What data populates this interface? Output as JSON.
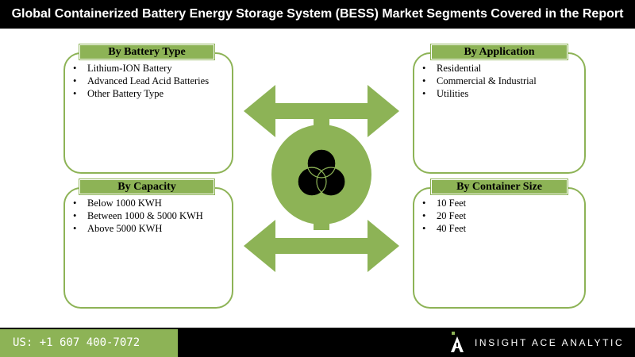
{
  "header": {
    "title": "Global Containerized Battery Energy Storage System (BESS) Market Segments Covered in the Report"
  },
  "segments": {
    "battery_type": {
      "label": "By Battery Type",
      "items": [
        "Lithium-ION Battery",
        "Advanced Lead Acid Batteries",
        "Other Battery Type"
      ]
    },
    "application": {
      "label": "By Application",
      "items": [
        "Residential",
        "Commercial & Industrial",
        "Utilities"
      ]
    },
    "capacity": {
      "label": "By Capacity",
      "items": [
        "Below 1000 KWH",
        "Between 1000 & 5000 KWH",
        "Above 5000 KWH"
      ]
    },
    "container_size": {
      "label": "By Container Size",
      "items": [
        "10 Feet",
        "20 Feet",
        "40 Feet"
      ]
    }
  },
  "center": {
    "icon": "venn-circles-icon"
  },
  "footer": {
    "phone": "US: +1 607 400-7072",
    "brand": "INSIGHT ACE ANALYTIC",
    "logo_icon": "insight-ace-logo-icon"
  },
  "colors": {
    "accent": "#8db356",
    "header_bg": "#000000",
    "footer_bg": "#000000"
  }
}
